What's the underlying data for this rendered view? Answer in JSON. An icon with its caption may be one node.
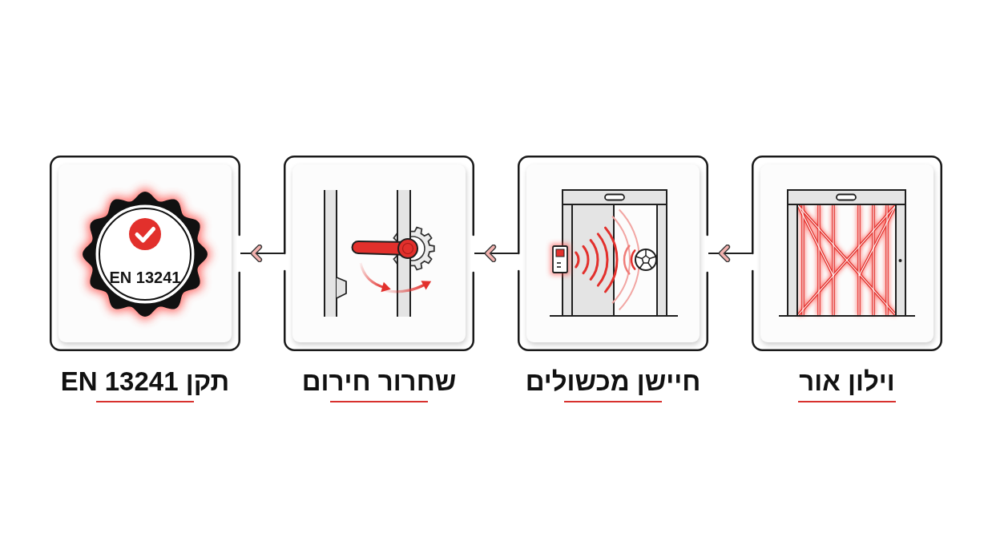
{
  "diagram": {
    "nodes": [
      {
        "text": [
          "וילון אור"
        ]
      },
      {
        "text": [
          "חיישן מכשולים"
        ]
      },
      {
        "text": [
          "שחרור חירום"
        ]
      },
      {
        "text": [
          "EN 13241",
          "תקן EN 13241"
        ]
      }
    ],
    "edges": [
      {
        "from": 0,
        "to": 1,
        "arrow": "to"
      },
      {
        "from": 1,
        "to": 2,
        "arrow": "to"
      },
      {
        "from": 2,
        "to": 3,
        "arrow": "to"
      }
    ]
  }
}
